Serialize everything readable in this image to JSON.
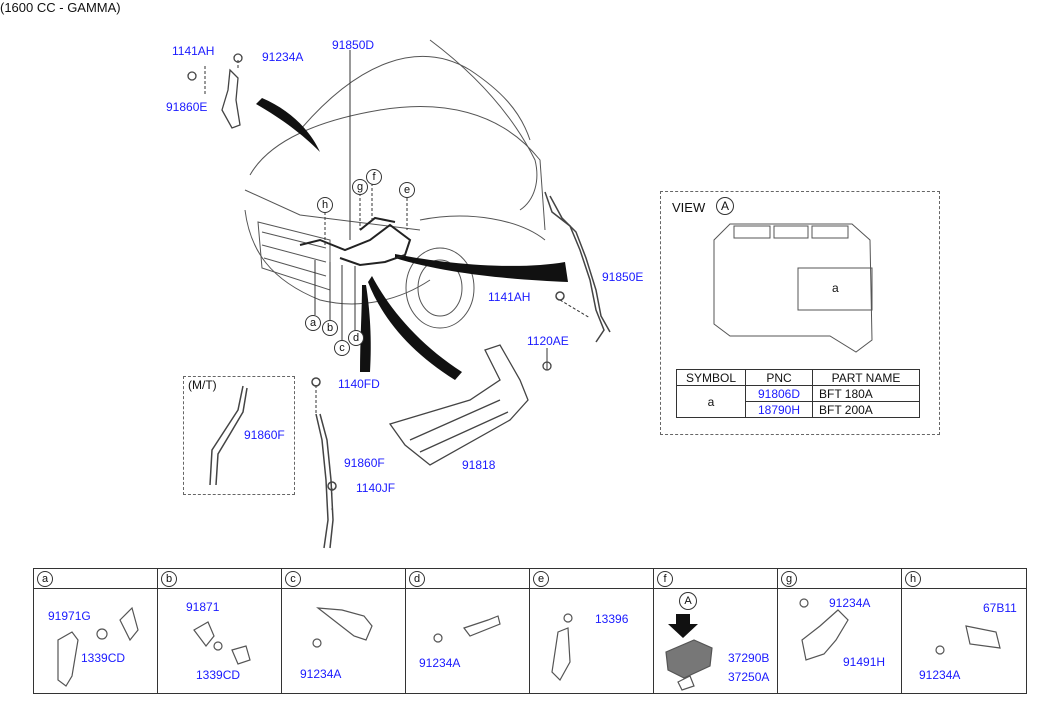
{
  "title": "(1600 CC - GAMMA)",
  "main_parts": {
    "p1141AH_top": "1141AH",
    "p91234A_top": "91234A",
    "p91860E": "91860E",
    "p91850D": "91850D",
    "p91850E": "91850E",
    "p1141AH_right": "1141AH",
    "p1120AE": "1120AE",
    "p1140FD": "1140FD",
    "p91860F_mt": "91860F",
    "p91860F": "91860F",
    "p1140JF": "1140JF",
    "p91818": "91818"
  },
  "callouts": [
    "a",
    "b",
    "c",
    "d",
    "e",
    "f",
    "g",
    "h"
  ],
  "mt_label": "(M/T)",
  "view": {
    "label": "VIEW",
    "marker": "A",
    "inner_label": "a",
    "table": {
      "headers": [
        "SYMBOL",
        "PNC",
        "PART NAME"
      ],
      "symbol": "a",
      "rows": [
        {
          "pnc": "91806D",
          "name": "BFT 180A"
        },
        {
          "pnc": "18790H",
          "name": "BFT 200A"
        }
      ]
    }
  },
  "detail_cells": [
    {
      "letter": "a",
      "parts": [
        "91971G",
        "1339CD"
      ]
    },
    {
      "letter": "b",
      "parts": [
        "91871",
        "1339CD"
      ]
    },
    {
      "letter": "c",
      "parts": [
        "91234A"
      ]
    },
    {
      "letter": "d",
      "parts": [
        "91234A"
      ]
    },
    {
      "letter": "e",
      "parts": [
        "13396"
      ]
    },
    {
      "letter": "f",
      "marker": "A",
      "parts": [
        "37290B",
        "37250A"
      ]
    },
    {
      "letter": "g",
      "parts": [
        "91234A",
        "91491H"
      ]
    },
    {
      "letter": "h",
      "parts": [
        "67B11",
        "91234A"
      ]
    }
  ]
}
